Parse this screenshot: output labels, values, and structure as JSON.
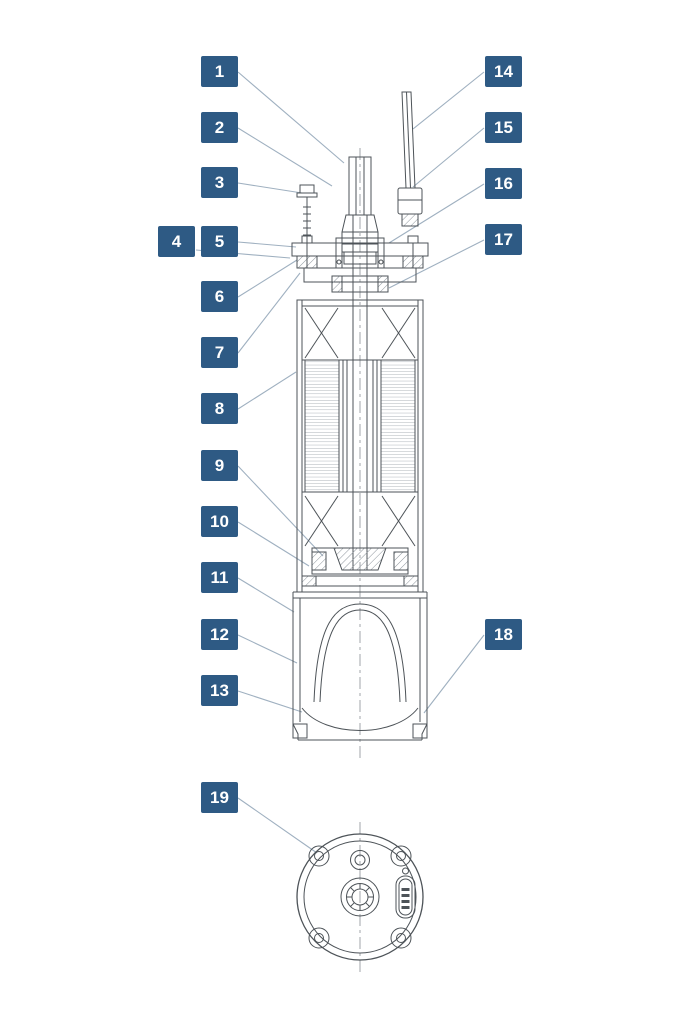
{
  "diagram": {
    "type": "technical-callout-drawing",
    "views": [
      "cross-section",
      "bottom-view"
    ],
    "colors": {
      "label_bg": "#2e5a84",
      "label_text": "#ffffff",
      "leader_line": "#9fb0c0",
      "drawing_line": "#4d5358",
      "hatch_line": "#8d959c"
    },
    "labels": [
      "1",
      "2",
      "3",
      "4",
      "5",
      "6",
      "7",
      "8",
      "9",
      "10",
      "11",
      "12",
      "13",
      "14",
      "15",
      "16",
      "17",
      "18",
      "19"
    ]
  }
}
